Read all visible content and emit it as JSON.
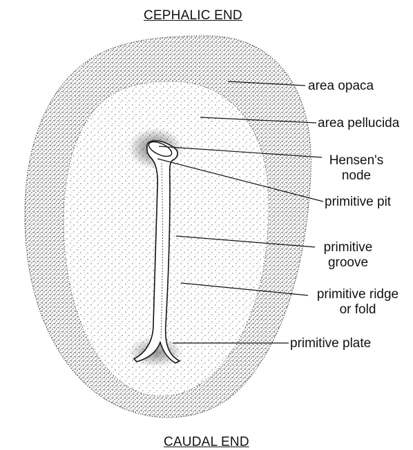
{
  "title_top": "CEPHALIC END",
  "title_bottom": "CAUDAL END",
  "labels": {
    "area_opaca": "area opaca",
    "area_pellucida": "area pellucida",
    "hensens_node_line1": "Hensen's",
    "hensens_node_line2": "node",
    "primitive_pit": "primitive pit",
    "primitive_groove_line1": "primitive",
    "primitive_groove_line2": "groove",
    "primitive_ridge_line1": "primitive ridge",
    "primitive_ridge_line2": "or fold",
    "primitive_plate": "primitive plate"
  }
}
